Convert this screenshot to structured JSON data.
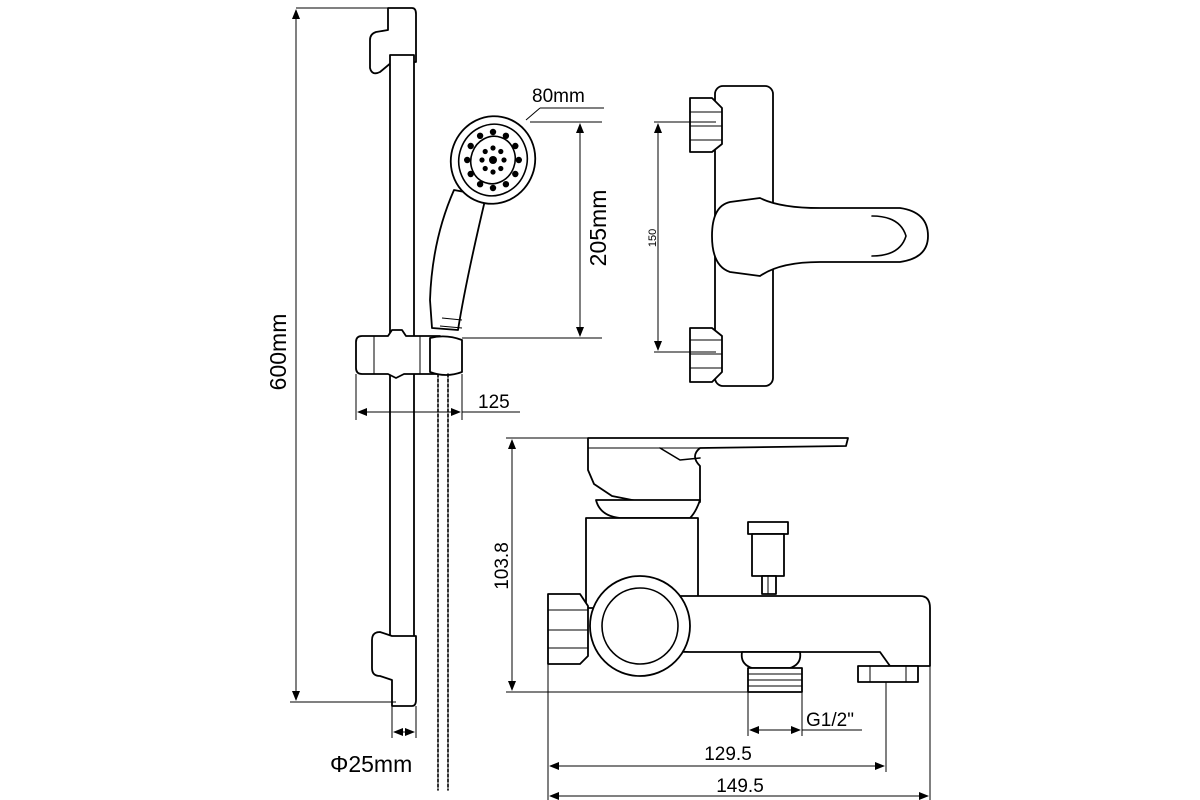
{
  "dimensions": {
    "rail_height": "600mm",
    "head_diameter": "80mm",
    "handset_length": "205mm",
    "holder_offset": "125",
    "rail_diameter": "Φ25mm",
    "valve_center_distance": "150",
    "mixer_height": "103.8",
    "outlet_thread": "G1/2\"",
    "spout_length": "129.5",
    "total_length": "149.5"
  }
}
